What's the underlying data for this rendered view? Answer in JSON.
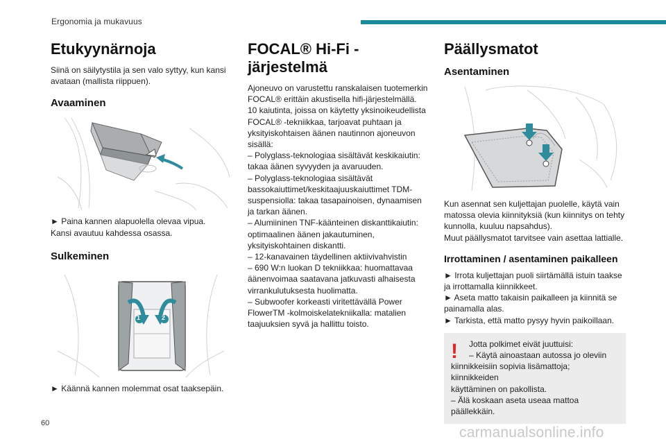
{
  "header": {
    "section_title": "Ergonomia ja mukavuus"
  },
  "col1": {
    "title": "Etukyynärnoja",
    "intro": [
      "Siinä on säilytystila ja sen valo syttyy, kun kansi",
      "avataan (mallista riippuen)."
    ],
    "open_heading": "Avaaminen",
    "open_steps": [
      "► Paina kannen alapuolella olevaa vipua.",
      "Kansi avautuu kahdessa osassa."
    ],
    "close_heading": "Sulkeminen",
    "close_step": "► Käännä kannen molemmat osat taaksepäin.",
    "fig_close_labels": [
      "1",
      "2"
    ]
  },
  "col2": {
    "title": "FOCAL® Hi-Fi -järjestelmä",
    "lines": [
      "Ajoneuvo on varustettu ranskalaisen tuotemerkin",
      "FOCAL® erittäin akustisella hifi-järjestelmällä.",
      "10 kaiutinta, joissa on käytetty yksinoikeudellista",
      "FOCAL® -tekniikkaa, tarjoavat puhtaan ja",
      "yksityiskohtaisen äänen nautinnon ajoneuvon",
      "sisällä:",
      "– Polyglass-teknologiaa sisältävät keskikaiutin:",
      "takaa äänen syvyyden ja avaruuden.",
      "– Polyglass-teknologiaa sisältävät",
      "bassokaiuttimet/keskitaajuuskaiuttimet TDM-",
      "suspensiolla: takaa tasapainoisen, dynaamisen",
      "ja tarkan äänen.",
      "– Alumiininen TNF-käänteinen diskanttikaiutin:",
      "optimaalinen äänen jakautuminen,",
      "yksityiskohtainen diskantti.",
      "– 12-kanavainen täydellinen aktiivivahvistin",
      "– 690 W:n luokan D tekniikkaa: huomattavaa",
      "äänenvoimaa saatavana jatkuvasti alhaisesta",
      "virrankulutuksesta huolimatta.",
      "– Subwoofer korkeasti viritettävällä Power",
      "FlowerTM -kolmoiskelatekniikalla: matalien",
      "taajuuksien syvä ja hallittu toisto."
    ]
  },
  "col3": {
    "title": "Päällysmatot",
    "install_heading": "Asentaminen",
    "install_text": [
      "Kun asennat sen kuljettajan puolelle, käytä vain",
      "matossa olevia kiinnityksiä (kun kiinnitys on tehty",
      "kunnolla, kuuluu napsahdus).",
      "Muut päällysmatot tarvitsee vain asettaa lattialle."
    ],
    "remove_heading": "Irrottaminen / asentaminen paikalleen",
    "remove_steps": [
      "► Irrota kuljettajan puoli siirtämällä istuin taakse",
      "ja irrottamalla kiinnikkeet.",
      "► Aseta matto takaisin paikalleen ja kiinnitä se",
      "painamalla alas.",
      "► Tarkista, että matto pysyy hyvin paikoillaan."
    ],
    "warning_icon": "!",
    "warning_lines": [
      "Jotta polkimet eivät juuttuisi:",
      "– Käytä ainoastaan autossa jo oleviin",
      "kiinnikkeisiin sopivia lisämattoja; kiinnikkeiden",
      "käyttäminen on pakollista.",
      "– Älä koskaan aseta useaa mattoa",
      "päällekkäin."
    ]
  },
  "footer": {
    "page_number": "60",
    "watermark": "carmanualsonline.info"
  },
  "colors": {
    "accent_teal": "#1b8a99",
    "warning_red": "#e52427",
    "warning_box": "#ececec"
  }
}
